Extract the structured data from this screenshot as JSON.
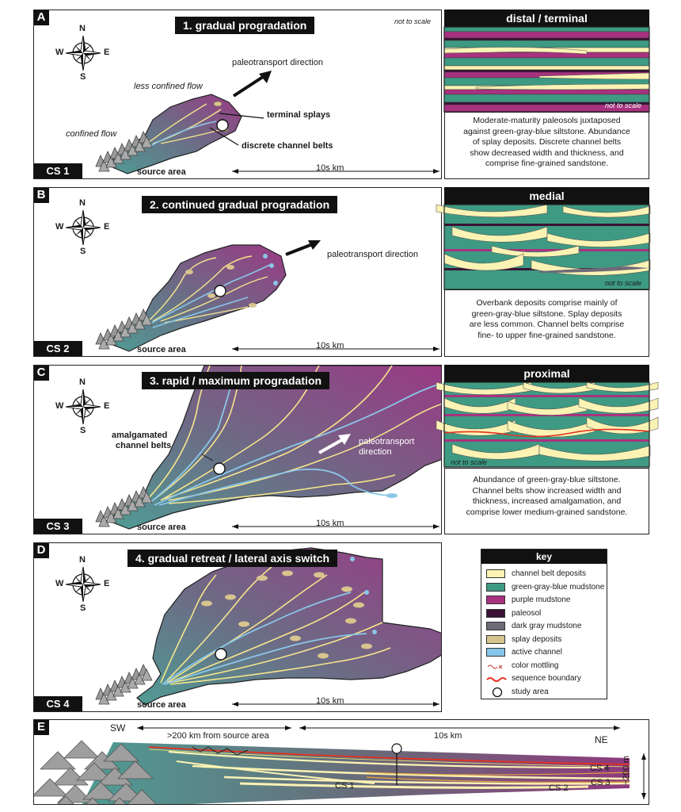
{
  "panels": [
    {
      "letter": "A",
      "title": "1. gradual progradation",
      "cs": "CS 1"
    },
    {
      "letter": "B",
      "title": "2. continued gradual progradation",
      "cs": "CS 2"
    },
    {
      "letter": "C",
      "title": "3. rapid / maximum progradation",
      "cs": "CS 3"
    },
    {
      "letter": "D",
      "title": "4. gradual retreat / lateral axis switch",
      "cs": "CS 4"
    },
    {
      "letter": "E"
    }
  ],
  "common": {
    "not_to_scale": "not to scale",
    "source_area": "source area",
    "scale": "10s km",
    "paleotransport": "paleotransport direction",
    "paleotransport_line1": "paleotransport",
    "paleotransport_line2": "direction"
  },
  "compass": {
    "n": "N",
    "s": "S",
    "e": "E",
    "w": "W"
  },
  "panel_a_labels": {
    "less_confined": "less confined flow",
    "confined": "confined flow",
    "terminal_splays": "terminal splays",
    "discrete_belts": "discrete channel belts"
  },
  "panel_c_labels": {
    "amalg_1": "amalgamated",
    "amalg_2": "channel belts"
  },
  "sections": [
    {
      "title": "distal / terminal",
      "desc": [
        "Moderate-maturity paleosols juxtaposed",
        "against green-gray-blue siltstone. Abundance",
        "of splay deposits. Discrete channel belts",
        "show decreased width and thickness, and",
        "comprise fine-grained sandstone."
      ]
    },
    {
      "title": "medial",
      "desc": [
        "Overbank deposits comprise mainly of",
        "green-gray-blue siltstone. Splay deposits",
        "are less common. Channel belts comprise",
        "fine- to upper fine-grained sandstone."
      ]
    },
    {
      "title": "proximal",
      "desc": [
        "Abundance of green-gray-blue siltstone.",
        "Channel belts show increased width and",
        "thickness, increased amalgamation, and",
        "comprise lower medium-grained sandstone."
      ]
    }
  ],
  "key": {
    "title": "key",
    "items": [
      {
        "label": "channel belt deposits",
        "color": "#fbf3b4"
      },
      {
        "label": "green-gray-blue mudstone",
        "color": "#3e9a82"
      },
      {
        "label": "purple mudstone",
        "color": "#a8327f"
      },
      {
        "label": "paleosol",
        "color": "#3a1235"
      },
      {
        "label": "dark gray mudstone",
        "color": "#6d6a78"
      },
      {
        "label": "splay deposits",
        "color": "#d8c48f"
      },
      {
        "label": "active channel",
        "color": "#87c6ea"
      },
      {
        "label": "color mottling",
        "symbol": "mottle"
      },
      {
        "label": "sequence boundary",
        "symbol": "seqbound"
      },
      {
        "label": "study area",
        "symbol": "circle"
      }
    ]
  },
  "panel_e": {
    "sw": "SW",
    "ne": "NE",
    "from_source": ">200 km from source area",
    "scale": "10s km",
    "height": "~200 m",
    "cs_labels": [
      "CS 1",
      "CS 2",
      "CS 3",
      "CS 4"
    ]
  }
}
